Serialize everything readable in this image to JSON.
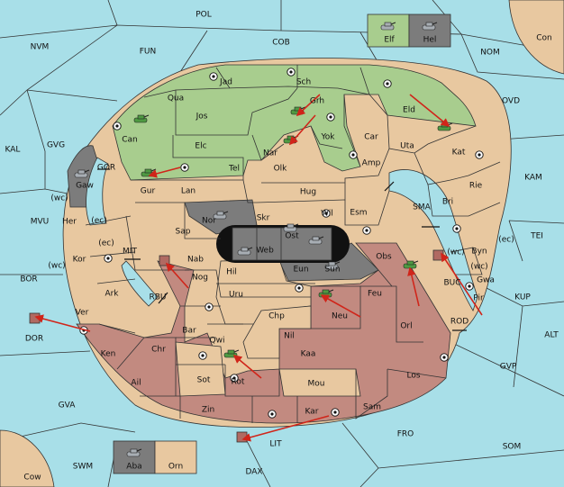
{
  "colors": {
    "sea": "#a8dfe8",
    "green_power": "#a8cd8e",
    "grey_power": "#7c7c7c",
    "red_power": "#c28a80",
    "neutral": "#e8c8a0",
    "black_hole": "#111111",
    "arrow": "#d0251a"
  },
  "sea_labels": [
    "POL",
    "NVM",
    "FUN",
    "COB",
    "NOM",
    "Con",
    "OVD",
    "KAL",
    "GVG",
    "GOR",
    "KAM",
    "MVU",
    "SMA",
    "TEI",
    "BOR",
    "MIT",
    "RBU",
    "BUC",
    "KUP",
    "ALT",
    "ROD",
    "GVP",
    "DOR",
    "GVA",
    "FRO",
    "SOM",
    "LIT",
    "SWM",
    "DAX",
    "Cow"
  ],
  "land_labels": [
    "Jad",
    "Sch",
    "Grh",
    "Qua",
    "Jos",
    "Yok",
    "Car",
    "Eld",
    "Can",
    "Elc",
    "Nar",
    "Tel",
    "Olk",
    "Uta",
    "Kat",
    "Amp",
    "Gaw",
    "Gur",
    "Lan",
    "Hug",
    "Bri",
    "Rie",
    "Nor",
    "Skr",
    "Wil",
    "Esm",
    "Her",
    "Sap",
    "Ost",
    "Web",
    "Byn",
    "Kor",
    "Nab",
    "Eun",
    "Sun",
    "Obs",
    "Pir",
    "Gwa",
    "Ark",
    "Nog",
    "Hil",
    "Uru",
    "Feu",
    "Orl",
    "Ver",
    "Bar",
    "Chp",
    "Neu",
    "Qwi",
    "Nil",
    "Ken",
    "Chr",
    "Kaa",
    "Los",
    "Ail",
    "Sot",
    "Rot",
    "Mou",
    "Zin",
    "Kar",
    "Sam",
    "Elf",
    "Hel",
    "Aba",
    "Orn"
  ],
  "coast_labels": [
    "(wc)",
    "(ec)",
    "(ec)",
    "(wc)",
    "(wc)",
    "(ec)",
    "(wc)"
  ]
}
